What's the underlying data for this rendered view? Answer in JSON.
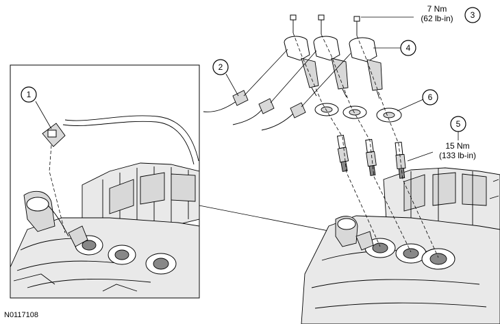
{
  "callouts": [
    "1",
    "2",
    "3",
    "4",
    "5",
    "6"
  ],
  "torque": {
    "bolt": {
      "nm": "7 Nm",
      "lbin": "(62 lb-in)"
    },
    "spark_plug": {
      "nm": "15 Nm",
      "lbin": "(133 lb-in)"
    }
  },
  "figure_id": "N0117108",
  "colors": {
    "line": "#000000",
    "background": "#ffffff",
    "shade": "#d8d8d8"
  }
}
